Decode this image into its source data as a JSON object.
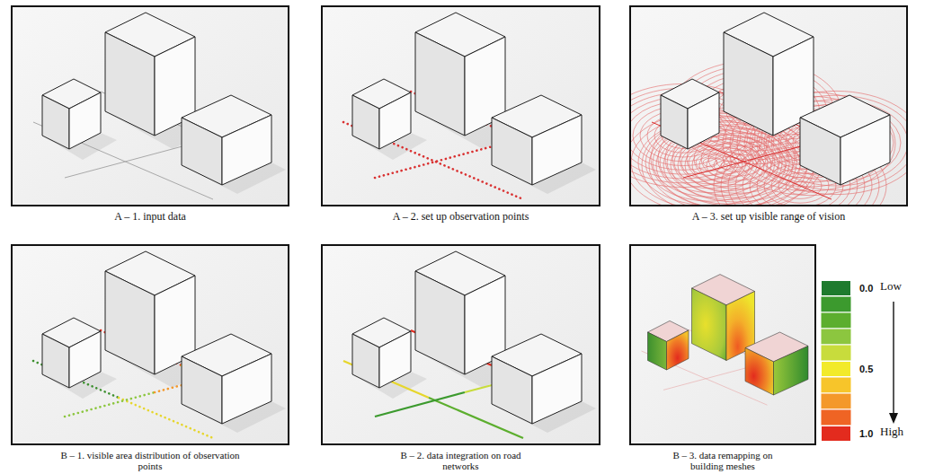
{
  "diagram": {
    "nodes": [
      {
        "text": [
          "A – 1. input data"
        ]
      },
      {
        "text": [
          "A – 2. set up observation points"
        ]
      },
      {
        "text": [
          "A – 3. set up visible range of vision"
        ]
      },
      {
        "text": [
          "B – 1. visible area distribution of observation points"
        ]
      },
      {
        "text": [
          "B – 2. data integration on road networks"
        ]
      },
      {
        "text": [
          "B – 3. data remapping on building meshes"
        ]
      }
    ],
    "labels": [
      "Low",
      "High"
    ],
    "legend": [
      {
        "text": "0.0",
        "color": "#1e7b2e"
      },
      {
        "text": "0.5",
        "color": "#f2ea2a"
      },
      {
        "text": "1.0",
        "color": "#e32b1e"
      }
    ]
  }
}
